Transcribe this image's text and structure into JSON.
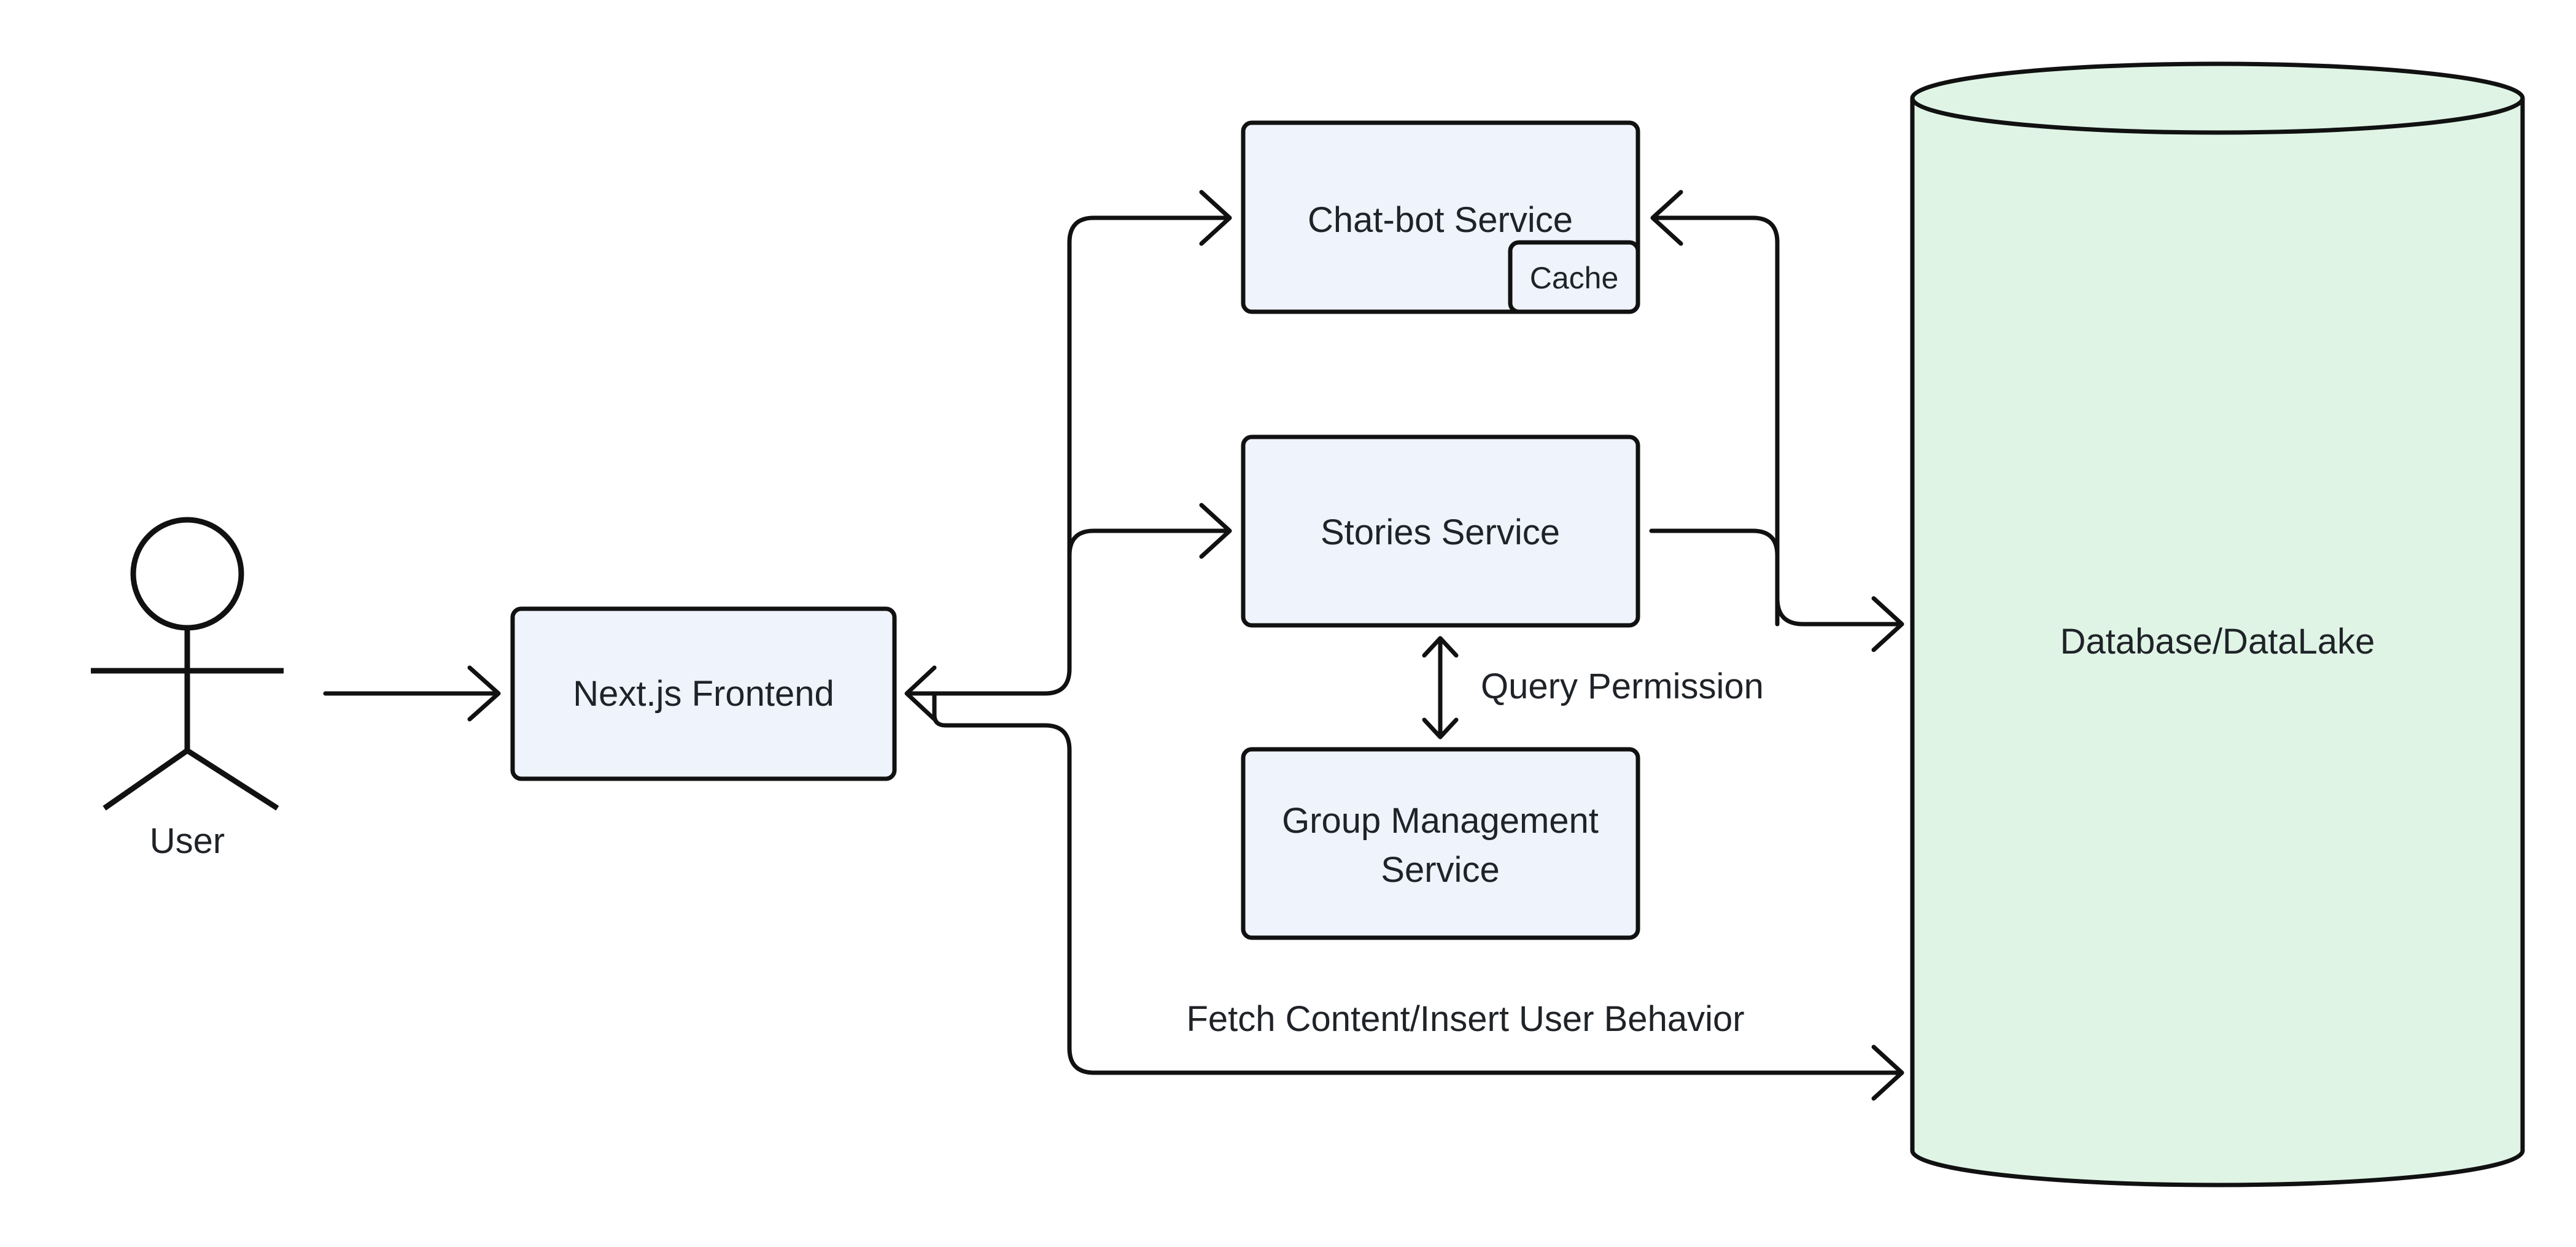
{
  "colors": {
    "service_fill": "#eef3fc",
    "database_fill": "#dff4e5",
    "stroke": "#111111",
    "text": "#1f2328"
  },
  "actor": {
    "label": "User"
  },
  "nodes": {
    "frontend": "Next.js Frontend",
    "chatbot": "Chat-bot Service",
    "cache": "Cache",
    "stories": "Stories Service",
    "group_line1": "Group Management",
    "group_line2": "Service",
    "database": "Database/DataLake"
  },
  "edge_labels": {
    "query_permission": "Query Permission",
    "fetch_content": "Fetch Content/Insert User Behavior"
  }
}
